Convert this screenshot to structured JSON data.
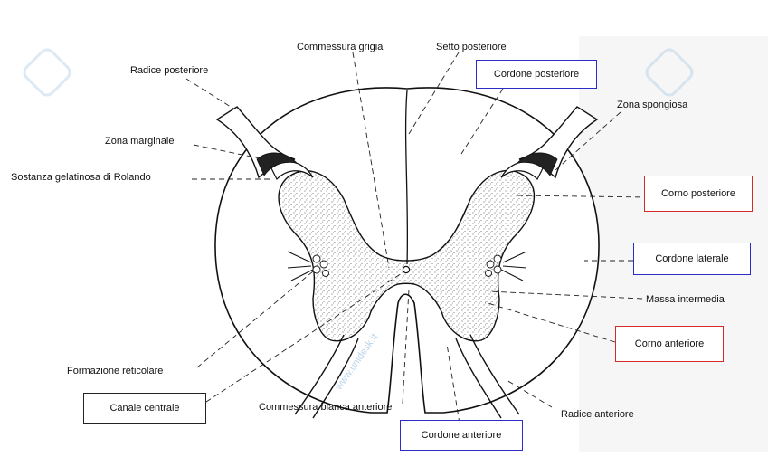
{
  "labels": {
    "radice_posteriore": "Radice posteriore",
    "commessura_grigia": "Commessura grigia",
    "setto_posteriore": "Setto posteriore",
    "zona_spongiosa": "Zona spongiosa",
    "zona_marginale": "Zona marginale",
    "sostanza_gelatinosa": "Sostanza gelatinosa di Rolando",
    "massa_intermedia": "Massa intermedia",
    "formazione_reticolare": "Formazione reticolare",
    "commessura_bianca": "Commessura bianca anteriore",
    "radice_anteriore": "Radice anteriore"
  },
  "boxed_labels": {
    "cordone_posteriore": "Cordone posteriore",
    "corno_posteriore": "Corno posteriore",
    "cordone_laterale": "Cordone laterale",
    "corno_anteriore": "Corno anteriore",
    "canale_centrale": "Canale centrale",
    "cordone_anteriore": "Cordone anteriore"
  },
  "watermark": "www.unidesk.it",
  "colors": {
    "blue_box": "#2c2cc8",
    "red_box": "#d42a2a",
    "black_box": "#222222",
    "watermark": "#9fc3e0"
  }
}
